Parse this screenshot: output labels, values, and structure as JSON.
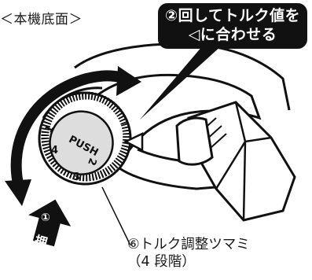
{
  "header": {
    "label": "＜本機底面＞"
  },
  "callout": {
    "line1": "②回してトルク値を",
    "line2": "◁に合わせる"
  },
  "push_arrow": {
    "number": "①",
    "text": "押す"
  },
  "knob": {
    "push_label": "PUSH",
    "numbers": [
      "1",
      "2",
      "3",
      "4"
    ],
    "caption_line1": "⑥トルク調整ツマミ",
    "caption_line2": "（4 段階）"
  },
  "pointer_symbol": "◁",
  "colors": {
    "ink": "#111111",
    "paper": "#ffffff",
    "knob_face": "#dddddd"
  }
}
